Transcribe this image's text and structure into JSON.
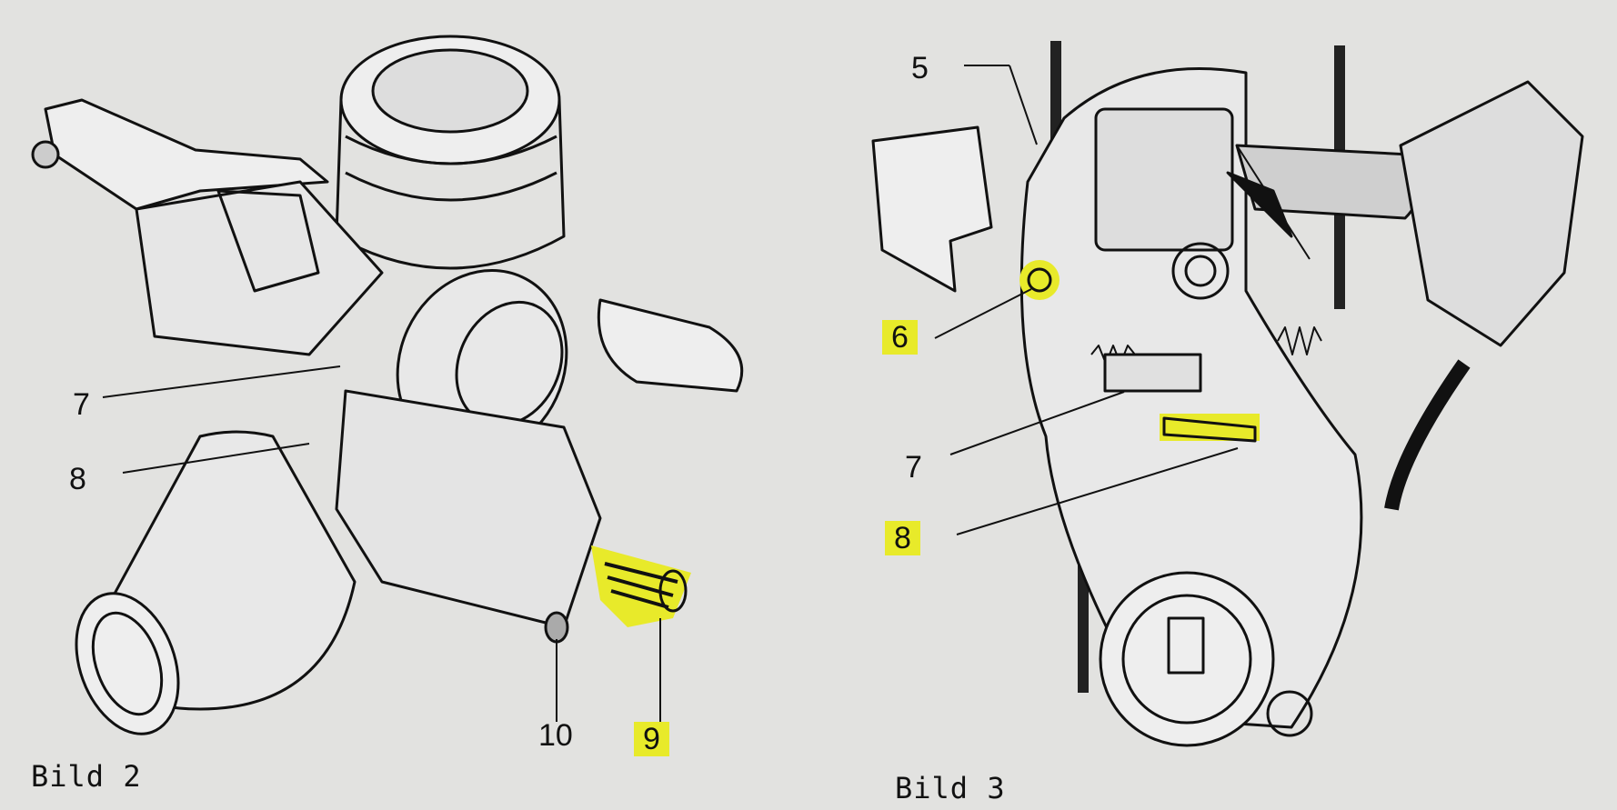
{
  "figures": [
    {
      "caption": "Bild 2",
      "callouts": [
        {
          "label": "7",
          "highlighted": false
        },
        {
          "label": "8",
          "highlighted": false
        },
        {
          "label": "10",
          "highlighted": false
        },
        {
          "label": "9",
          "highlighted": true
        }
      ]
    },
    {
      "caption": "Bild 3",
      "callouts": [
        {
          "label": "5",
          "highlighted": false
        },
        {
          "label": "6",
          "highlighted": true
        },
        {
          "label": "7",
          "highlighted": false
        },
        {
          "label": "8",
          "highlighted": true
        }
      ]
    }
  ],
  "colors": {
    "highlight": "#e8ea2a",
    "paper": "#e2e2e0",
    "ink": "#111111"
  }
}
